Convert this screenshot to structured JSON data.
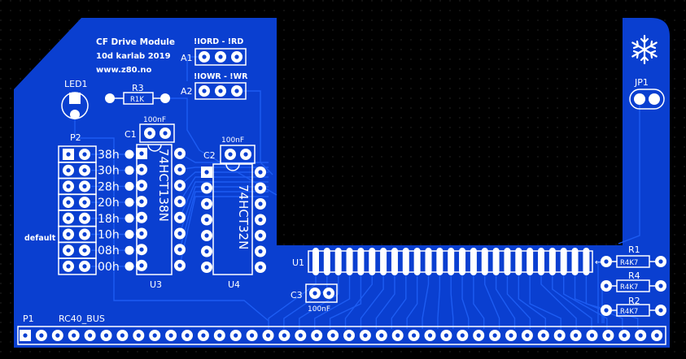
{
  "board": {
    "title": "CF Drive Module",
    "revision": "10d karlab 2019",
    "website": "www.z80.no",
    "colors": {
      "copper": "#0a3fd0",
      "copper_dark": "#0631a8",
      "trace": "#1a5af0",
      "silk": "#ffffff",
      "background": "#000000"
    }
  },
  "labels": {
    "led1": "LED1",
    "r3": "R3",
    "r3_value": "R1K",
    "p2": "P2",
    "c1": "C1",
    "c1_value": "100nF",
    "c2": "C2",
    "c2_value": "100nF",
    "c3": "C3",
    "c3_value": "100nF",
    "u3": "U3",
    "u3_part": "74HCT138N",
    "u4": "U4",
    "u4_part": "74HCT32N",
    "u1": "U1",
    "jumper_a1_title": "!IORD - !RD",
    "jumper_a1": "A1",
    "jumper_a2_title": "!IOWR - !WR",
    "jumper_a2": "A2",
    "jp1": "JP1",
    "r1": "R1",
    "r1_value": "R4K7",
    "r4": "R4",
    "r4_value": "R4K7",
    "r2": "R2",
    "r2_value": "R4K7",
    "p1": "P1",
    "bus": "RC40_BUS",
    "default": "default",
    "snowflake_icon": "snowflake-icon"
  },
  "addresses": [
    "38h",
    "30h",
    "28h",
    "20h",
    "18h",
    "10h",
    "08h",
    "00h"
  ]
}
